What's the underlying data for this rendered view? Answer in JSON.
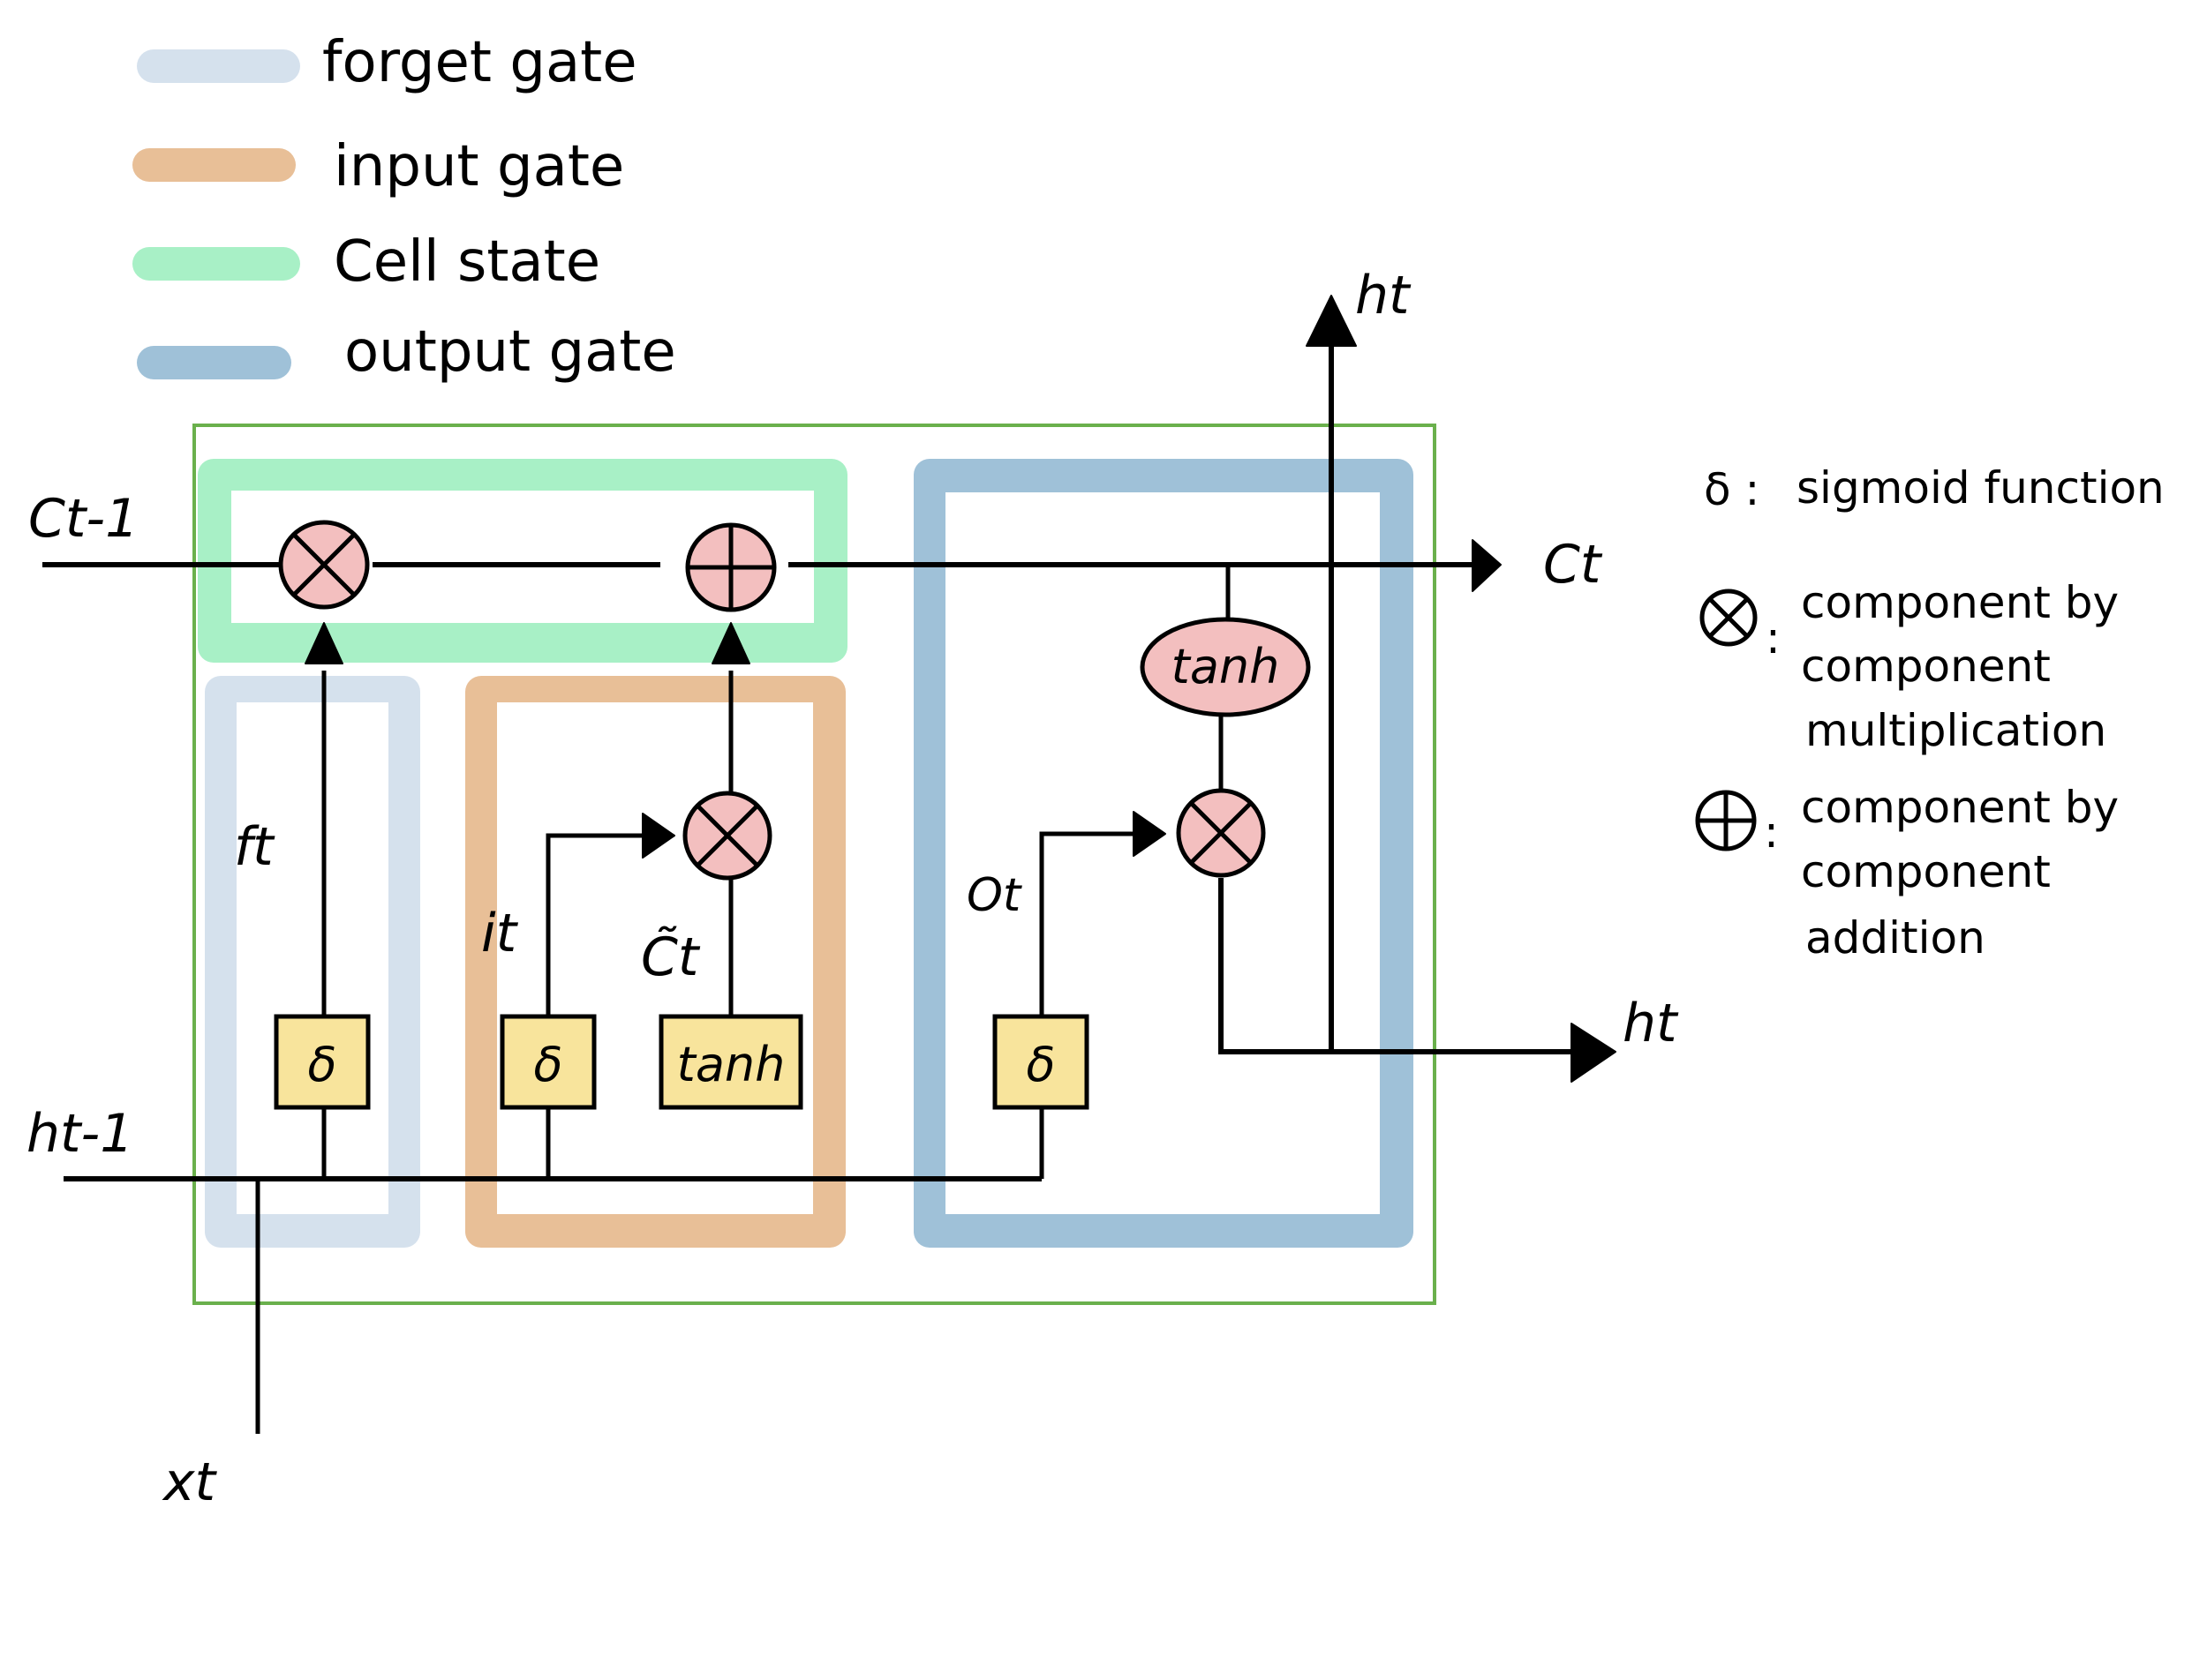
{
  "diagram": {
    "title": "LSTM cell",
    "legend": [
      {
        "key": "forget",
        "label": "forget gate",
        "color": "#d5e1ed"
      },
      {
        "key": "input",
        "label": "input gate",
        "color": "#e8bf97"
      },
      {
        "key": "cell",
        "label": "Cell state",
        "color": "#a8f0c6"
      },
      {
        "key": "output",
        "label": "output gate",
        "color": "#9fc1d8"
      }
    ],
    "colors": {
      "cell_border": "#6ab04c",
      "operator_fill": "#f3bfbf",
      "activation_fill": "#f8e49c",
      "line": "#000000"
    },
    "inputs": {
      "prev_cell": "Ct-1",
      "prev_hidden": "ht-1",
      "x": "xt"
    },
    "outputs": {
      "cell": "Ct",
      "hidden_top": "ht",
      "hidden_right": "ht"
    },
    "signals": {
      "forget": "ft",
      "input": "it",
      "candidate": "C̃t",
      "output": "Ot"
    },
    "activations": {
      "forget_sigmoid": "δ",
      "input_sigmoid": "δ",
      "candidate_tanh": "tanh",
      "output_sigmoid": "δ",
      "cell_tanh": "tanh"
    },
    "key": {
      "sigmoid": {
        "symbol": "δ :",
        "text": "sigmoid function"
      },
      "multiply": {
        "lines": [
          "component by",
          "component",
          "multiplication"
        ]
      },
      "add": {
        "lines": [
          "component by",
          "component",
          "addition"
        ]
      }
    }
  }
}
